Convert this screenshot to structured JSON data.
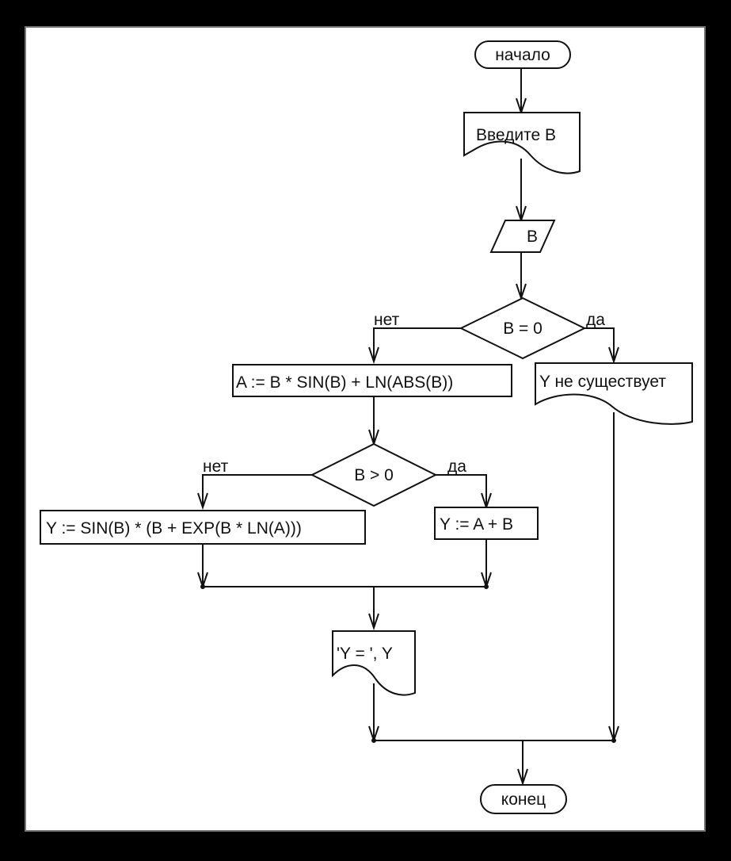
{
  "nodes": {
    "start": "начало",
    "prompt": "Введите B",
    "input_b": "B",
    "cond1": "B = 0",
    "cond1_no": "нет",
    "cond1_yes": "да",
    "assign_a": "A := B * SIN(B) + LN(ABS(B))",
    "no_y": "Y не существует",
    "cond2": "B > 0",
    "cond2_no": "нет",
    "cond2_yes": "да",
    "assign_y1": "Y :=  SIN(B) * (B + EXP(B * LN(A)))",
    "assign_y2": "Y := A + B",
    "output_y": "'Y = ', Y",
    "end": "конец"
  },
  "colors": {
    "frame": "#000000",
    "canvas": "#ffffff",
    "stroke": "#111111"
  }
}
